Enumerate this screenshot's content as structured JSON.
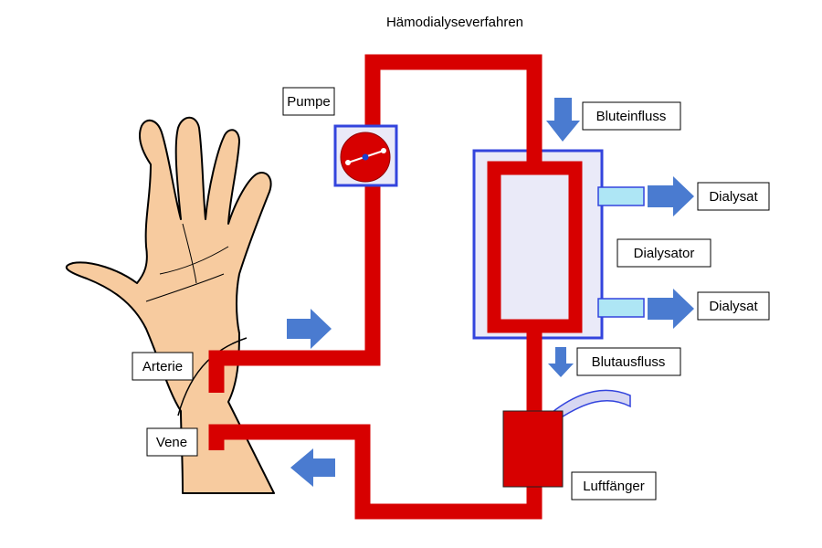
{
  "title": "Hämodialyseverfahren",
  "labels": {
    "pumpe": "Pumpe",
    "bluteinfluss": "Bluteinfluss",
    "dialysat_top": "Dialysat",
    "dialysator": "Dialysator",
    "dialysat_bottom": "Dialysat",
    "blutausfluss": "Blutausfluss",
    "arterie": "Arterie",
    "vene": "Vene",
    "luftfaenger": "Luftfänger"
  },
  "colors": {
    "blood": "#d70000",
    "arrow": "#4a7bd0",
    "dialyzer_border": "#3344dd",
    "dialyzer_fill": "#eaeaf8",
    "dialysate_port": "#aee6f5",
    "skin": "#f7cb9f",
    "outline": "#000000"
  }
}
